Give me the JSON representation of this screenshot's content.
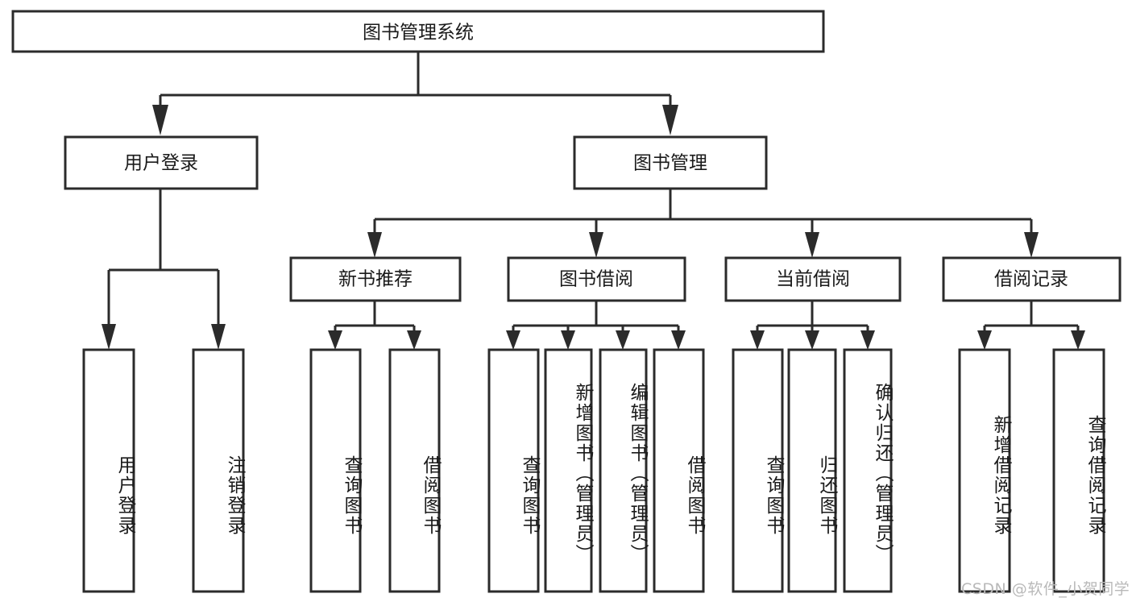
{
  "diagram": {
    "type": "tree-hierarchy",
    "title": "图书管理系统",
    "orientation": "top-down",
    "colors": {
      "stroke": "#2b2b2b",
      "fill": "#ffffff",
      "text": "#1a1a1a",
      "watermark": "#b9b9b9"
    },
    "root": {
      "id": "root",
      "label": "图书管理系统"
    },
    "level2": [
      {
        "id": "user-login",
        "label": "用户登录"
      },
      {
        "id": "book-management",
        "label": "图书管理"
      }
    ],
    "level3": [
      {
        "id": "new-book-recommend",
        "label": "新书推荐",
        "parent": "book-management"
      },
      {
        "id": "book-borrow",
        "label": "图书借阅",
        "parent": "book-management"
      },
      {
        "id": "current-borrow",
        "label": "当前借阅",
        "parent": "book-management"
      },
      {
        "id": "borrow-record",
        "label": "借阅记录",
        "parent": "book-management"
      }
    ],
    "leaves": [
      {
        "id": "leaf-user-login",
        "label": "用户登录",
        "parent": "user-login"
      },
      {
        "id": "leaf-logout-login",
        "label": "注销登录",
        "parent": "user-login"
      },
      {
        "id": "leaf-query-book-1",
        "label": "查询图书",
        "parent": "new-book-recommend"
      },
      {
        "id": "leaf-borrow-book-1",
        "label": "借阅图书",
        "parent": "new-book-recommend"
      },
      {
        "id": "leaf-query-book-2",
        "label": "查询图书",
        "parent": "book-borrow"
      },
      {
        "id": "leaf-add-book",
        "label": "新增图书（管理员）",
        "parent": "book-borrow"
      },
      {
        "id": "leaf-edit-book",
        "label": "编辑图书（管理员）",
        "parent": "book-borrow"
      },
      {
        "id": "leaf-borrow-book-2",
        "label": "借阅图书",
        "parent": "book-borrow"
      },
      {
        "id": "leaf-query-book-3",
        "label": "查询图书",
        "parent": "current-borrow"
      },
      {
        "id": "leaf-return-book",
        "label": "归还图书",
        "parent": "current-borrow"
      },
      {
        "id": "leaf-confirm-return",
        "label": "确认归还（管理员）",
        "parent": "current-borrow"
      },
      {
        "id": "leaf-add-borrow-record",
        "label": "新增借阅记录",
        "parent": "borrow-record"
      },
      {
        "id": "leaf-query-borrow-record",
        "label": "查询借阅记录",
        "parent": "borrow-record"
      }
    ],
    "watermark": "CSDN @软件_小贺同学"
  }
}
